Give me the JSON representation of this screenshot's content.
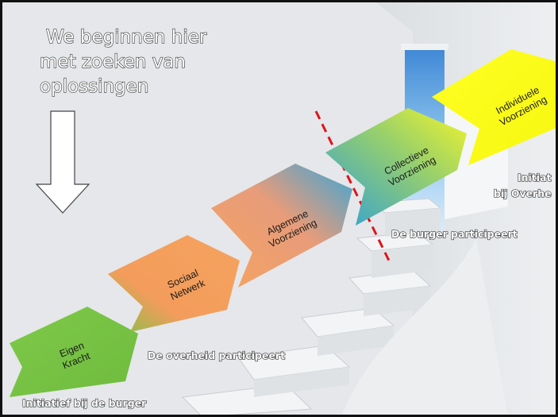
{
  "title": {
    "lines": [
      "We beginnen hier",
      "met zoeken van",
      "oplossingen"
    ]
  },
  "steps": [
    {
      "lines": [
        "Eigen",
        "Kracht"
      ],
      "color": "#7dc64a"
    },
    {
      "lines": [
        "Sociaal",
        "Netwerk"
      ],
      "color": "#f4a05d"
    },
    {
      "lines": [
        "Algemene",
        "Voorziening"
      ],
      "color": "#f4a05d"
    },
    {
      "lines": [
        "Collectieve",
        "Voorziening"
      ],
      "color": "#3aa6d8"
    },
    {
      "lines": [
        "Individuele",
        "Voorziening"
      ],
      "color": "#ffff1a"
    }
  ],
  "notes": {
    "burger_initiatief": "Initiatief bij de burger",
    "overheid_participeert": "De overheid participeert",
    "burger_participeert": "De burger participeert",
    "initiatief_overheid_1": "Initiat",
    "initiatief_overheid_2": "bij Overhe"
  },
  "icons": {
    "arrow": "down-arrow-icon"
  },
  "colors": {
    "divider": "#e0131a",
    "green": "#7dc64a",
    "orange": "#f4a05d",
    "blue": "#3aa6d8",
    "yellow": "#ffff1a"
  }
}
